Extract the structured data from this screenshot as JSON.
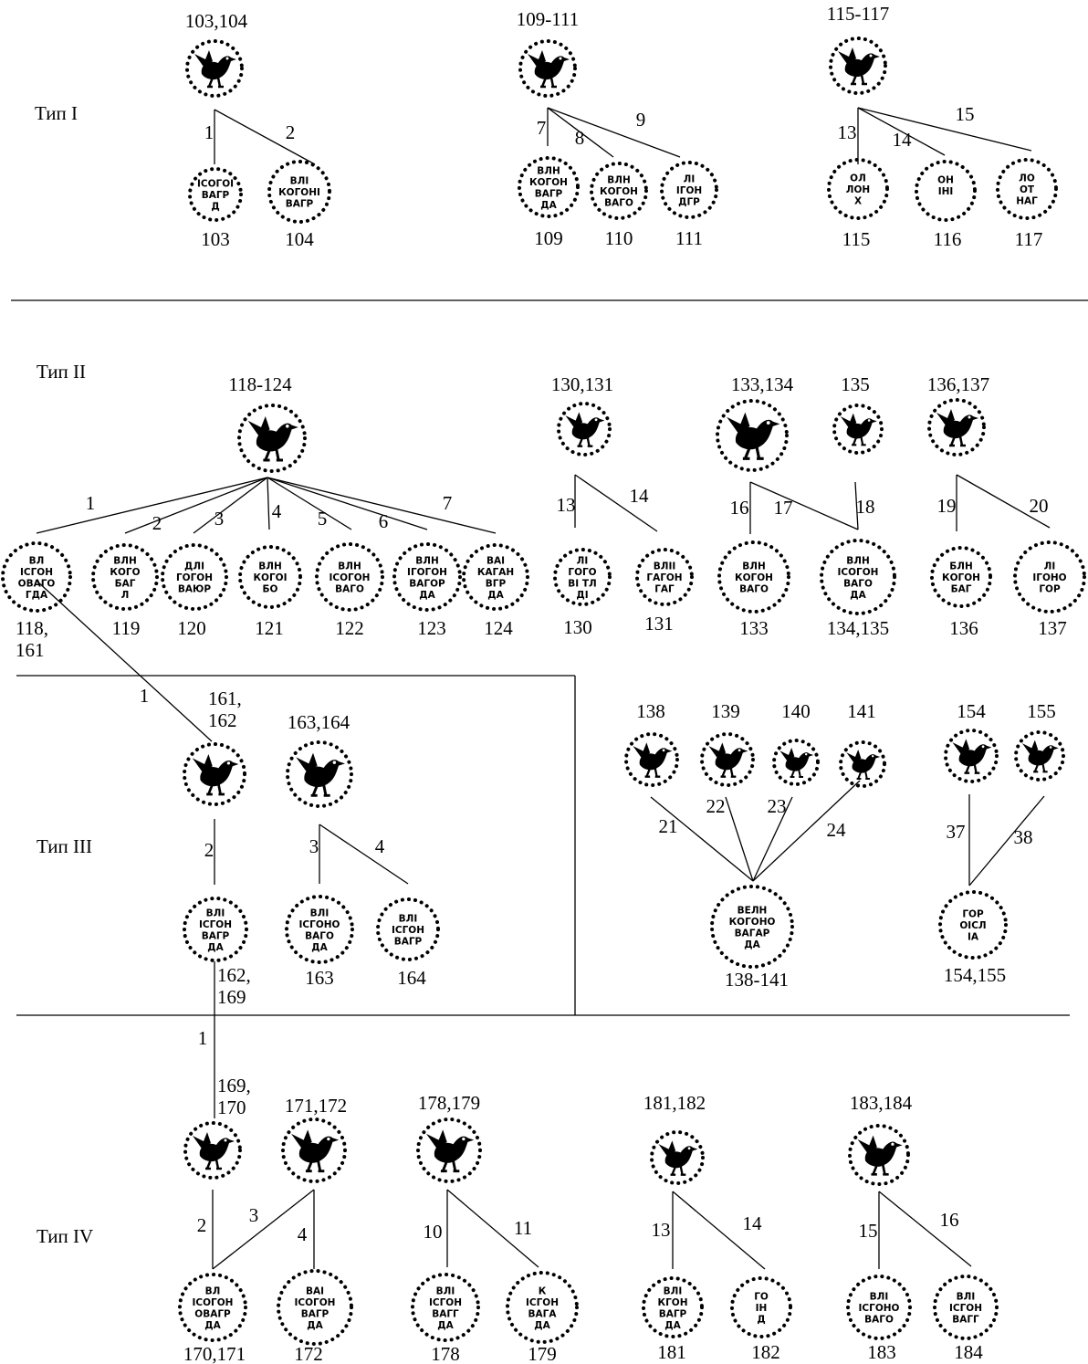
{
  "colors": {
    "ink": "#000000",
    "paper": "#ffffff"
  },
  "types": [
    {
      "id": "I",
      "label": "Тип I"
    },
    {
      "id": "II",
      "label": "Тип II"
    },
    {
      "id": "III",
      "label": "Тип III"
    },
    {
      "id": "IV",
      "label": "Тип IV"
    }
  ],
  "obverses": [
    {
      "id": "o1",
      "label": "103,104",
      "icon": "bird-seal-icon"
    },
    {
      "id": "o2",
      "label": "109-111",
      "icon": "bird-seal-icon"
    },
    {
      "id": "o3",
      "label": "115-117",
      "icon": "bird-seal-icon"
    },
    {
      "id": "o4",
      "label": "118-124",
      "icon": "bird-seal-icon"
    },
    {
      "id": "o5",
      "label": "130,131",
      "icon": "bird-seal-icon"
    },
    {
      "id": "o6",
      "label": "133,134",
      "icon": "bird-seal-icon"
    },
    {
      "id": "o7",
      "label": "135",
      "icon": "bird-seal-icon"
    },
    {
      "id": "o8",
      "label": "136,137",
      "icon": "bird-seal-icon"
    },
    {
      "id": "o9",
      "label": "161,\n162",
      "icon": "bird-seal-icon"
    },
    {
      "id": "o10",
      "label": "163,164",
      "icon": "bird-seal-icon"
    },
    {
      "id": "o11",
      "label": "138",
      "icon": "bird-seal-icon"
    },
    {
      "id": "o12",
      "label": "139",
      "icon": "bird-seal-icon"
    },
    {
      "id": "o13",
      "label": "140",
      "icon": "bird-seal-icon"
    },
    {
      "id": "o14",
      "label": "141",
      "icon": "bird-seal-icon"
    },
    {
      "id": "o15",
      "label": "154",
      "icon": "bird-seal-icon"
    },
    {
      "id": "o16",
      "label": "155",
      "icon": "bird-seal-icon"
    },
    {
      "id": "o17",
      "label": "169,\n170",
      "icon": "bird-seal-icon"
    },
    {
      "id": "o18",
      "label": "171,172",
      "icon": "bird-seal-icon"
    },
    {
      "id": "o19",
      "label": "178,179",
      "icon": "bird-seal-icon"
    },
    {
      "id": "o20",
      "label": "181,182",
      "icon": "bird-seal-icon"
    },
    {
      "id": "o21",
      "label": "183,184",
      "icon": "bird-seal-icon"
    }
  ],
  "reverses": [
    {
      "id": "r1",
      "label": "103",
      "inscription": [
        "ІСОГОІ",
        "ВАГР",
        "Д"
      ]
    },
    {
      "id": "r2",
      "label": "104",
      "inscription": [
        "ВЛІ",
        "КОГОНІ",
        "ВАГР"
      ]
    },
    {
      "id": "r3",
      "label": "109",
      "inscription": [
        "ВЛН",
        "КОГОН",
        "ВАГР",
        "ДА"
      ]
    },
    {
      "id": "r4",
      "label": "110",
      "inscription": [
        "ВЛН",
        "КОГОН",
        "ВАГО"
      ]
    },
    {
      "id": "r5",
      "label": "111",
      "inscription": [
        "ЛІ",
        "ІГОН",
        "ДГР"
      ]
    },
    {
      "id": "r6",
      "label": "115",
      "inscription": [
        "ОЛ",
        "ЛОН",
        "Х"
      ]
    },
    {
      "id": "r7",
      "label": "116",
      "inscription": [
        "ОН",
        "ІНІ",
        ""
      ]
    },
    {
      "id": "r8",
      "label": "117",
      "inscription": [
        "ЛО",
        "ОТ",
        "НАГ"
      ]
    },
    {
      "id": "r9",
      "label": "118,\n161",
      "inscription": [
        "ВЛ",
        "ІСГОН",
        "ОВАГО",
        "ГДА"
      ]
    },
    {
      "id": "r10",
      "label": "119",
      "inscription": [
        "ВЛН",
        "КОГО",
        "БАГ",
        "Л"
      ]
    },
    {
      "id": "r11",
      "label": "120",
      "inscription": [
        "ДЛІ",
        "ГОГОН",
        "ВАЮР"
      ]
    },
    {
      "id": "r12",
      "label": "121",
      "inscription": [
        "ВЛН",
        "КОГОІ",
        "БО"
      ]
    },
    {
      "id": "r13",
      "label": "122",
      "inscription": [
        "ВЛН",
        "ІСОГОН",
        "ВАГО"
      ]
    },
    {
      "id": "r14",
      "label": "123",
      "inscription": [
        "ВЛН",
        "ІГОГОН",
        "ВАГОР",
        "ДА"
      ]
    },
    {
      "id": "r15",
      "label": "124",
      "inscription": [
        "ВАІ",
        "КАГАН",
        "ВГР",
        "ДА"
      ]
    },
    {
      "id": "r16",
      "label": "130",
      "inscription": [
        "ЛІ",
        "ГОГО",
        "ВІ ТЛ",
        "ДІ"
      ]
    },
    {
      "id": "r17",
      "label": "131",
      "inscription": [
        "ВЛІІ",
        "ГАГОН",
        "ГАГ"
      ]
    },
    {
      "id": "r18",
      "label": "133",
      "inscription": [
        "ВЛН",
        "КОГОН",
        "ВАГО"
      ]
    },
    {
      "id": "r19",
      "label": "134,135",
      "inscription": [
        "ВЛН",
        "ІСОГОН",
        "ВАГО",
        "ДА"
      ]
    },
    {
      "id": "r20",
      "label": "136",
      "inscription": [
        "БЛН",
        "КОГОН",
        "БАГ"
      ]
    },
    {
      "id": "r21",
      "label": "137",
      "inscription": [
        "ЛІ",
        "ІГОНО",
        "ГОР"
      ]
    },
    {
      "id": "r22",
      "label": "162,\n169",
      "inscription": [
        "ВЛІ",
        "ІСГОН",
        "ВАГР",
        "ДА"
      ]
    },
    {
      "id": "r23",
      "label": "163",
      "inscription": [
        "ВЛІ",
        "ІСГОНО",
        "ВАГО",
        "ДА"
      ]
    },
    {
      "id": "r24",
      "label": "164",
      "inscription": [
        "ВЛІ",
        "ІСГОН",
        "ВАГР"
      ]
    },
    {
      "id": "r25",
      "label": "138-141",
      "inscription": [
        "ВЕЛН",
        "КОГОНО",
        "ВАГАР",
        "ДА"
      ]
    },
    {
      "id": "r26",
      "label": "154,155",
      "inscription": [
        "ГОР",
        "ОІСЛ",
        "ІА"
      ]
    },
    {
      "id": "r27",
      "label": "170,171",
      "inscription": [
        "ВЛ",
        "ІСОГОН",
        "ОВАГР",
        "ДА"
      ]
    },
    {
      "id": "r28",
      "label": "172",
      "inscription": [
        "ВАІ",
        "ІСОГОН",
        "ВАГР",
        "ДА"
      ]
    },
    {
      "id": "r29",
      "label": "178",
      "inscription": [
        "ВЛІ",
        "ІСГОН",
        "ВАГГ",
        "ДА"
      ]
    },
    {
      "id": "r30",
      "label": "179",
      "inscription": [
        "К",
        "ІСГОН",
        "ВАГА",
        "ДА"
      ]
    },
    {
      "id": "r31",
      "label": "181",
      "inscription": [
        "ВЛІ",
        "КГОН",
        "ВАГР",
        "ДА"
      ]
    },
    {
      "id": "r32",
      "label": "182",
      "inscription": [
        "ГО",
        "ІН",
        "Д"
      ]
    },
    {
      "id": "r33",
      "label": "183",
      "inscription": [
        "ВЛІ",
        "ІСГОНО",
        "ВАГО"
      ]
    },
    {
      "id": "r34",
      "label": "184",
      "inscription": [
        "ВЛІ",
        "ІСГОН",
        "ВАГГ"
      ]
    }
  ],
  "links": [
    {
      "from": "o1",
      "to": "r1",
      "num": "1"
    },
    {
      "from": "o1",
      "to": "r2",
      "num": "2"
    },
    {
      "from": "o2",
      "to": "r3",
      "num": "7"
    },
    {
      "from": "o2",
      "to": "r4",
      "num": "8"
    },
    {
      "from": "o2",
      "to": "r5",
      "num": "9"
    },
    {
      "from": "o3",
      "to": "r6",
      "num": "13"
    },
    {
      "from": "o3",
      "to": "r7",
      "num": "14"
    },
    {
      "from": "o3",
      "to": "r8",
      "num": "15"
    },
    {
      "from": "o4",
      "to": "r9",
      "num": "1"
    },
    {
      "from": "o4",
      "to": "r10",
      "num": "2"
    },
    {
      "from": "o4",
      "to": "r11",
      "num": "3"
    },
    {
      "from": "o4",
      "to": "r12",
      "num": "4"
    },
    {
      "from": "o4",
      "to": "r13",
      "num": "5"
    },
    {
      "from": "o4",
      "to": "r14",
      "num": "6"
    },
    {
      "from": "o4",
      "to": "r15",
      "num": "7"
    },
    {
      "from": "o5",
      "to": "r16",
      "num": "13"
    },
    {
      "from": "o5",
      "to": "r17",
      "num": "14"
    },
    {
      "from": "o6",
      "to": "r18",
      "num": "16"
    },
    {
      "from": "o6",
      "to": "r19",
      "num": "17"
    },
    {
      "from": "o7",
      "to": "r19",
      "num": "18"
    },
    {
      "from": "o8",
      "to": "r20",
      "num": "19"
    },
    {
      "from": "o8",
      "to": "r21",
      "num": "20"
    },
    {
      "from": "r9",
      "to": "o9",
      "num": "1"
    },
    {
      "from": "o9",
      "to": "r22",
      "num": "2"
    },
    {
      "from": "o10",
      "to": "r23",
      "num": "3"
    },
    {
      "from": "o10",
      "to": "r24",
      "num": "4"
    },
    {
      "from": "o11",
      "to": "r25",
      "num": "21"
    },
    {
      "from": "o12",
      "to": "r25",
      "num": "22"
    },
    {
      "from": "o13",
      "to": "r25",
      "num": "23"
    },
    {
      "from": "o14",
      "to": "r25",
      "num": "24"
    },
    {
      "from": "o15",
      "to": "r26",
      "num": "37"
    },
    {
      "from": "o16",
      "to": "r26",
      "num": "38"
    },
    {
      "from": "r22",
      "to": "o17",
      "num": "1"
    },
    {
      "from": "o17",
      "to": "r27",
      "num": "2"
    },
    {
      "from": "o18",
      "to": "r27",
      "num": "3"
    },
    {
      "from": "o18",
      "to": "r28",
      "num": "4"
    },
    {
      "from": "o19",
      "to": "r29",
      "num": "10"
    },
    {
      "from": "o19",
      "to": "r30",
      "num": "11"
    },
    {
      "from": "o20",
      "to": "r31",
      "num": "13"
    },
    {
      "from": "o20",
      "to": "r32",
      "num": "14"
    },
    {
      "from": "o21",
      "to": "r33",
      "num": "15"
    },
    {
      "from": "o21",
      "to": "r34",
      "num": "16"
    }
  ]
}
